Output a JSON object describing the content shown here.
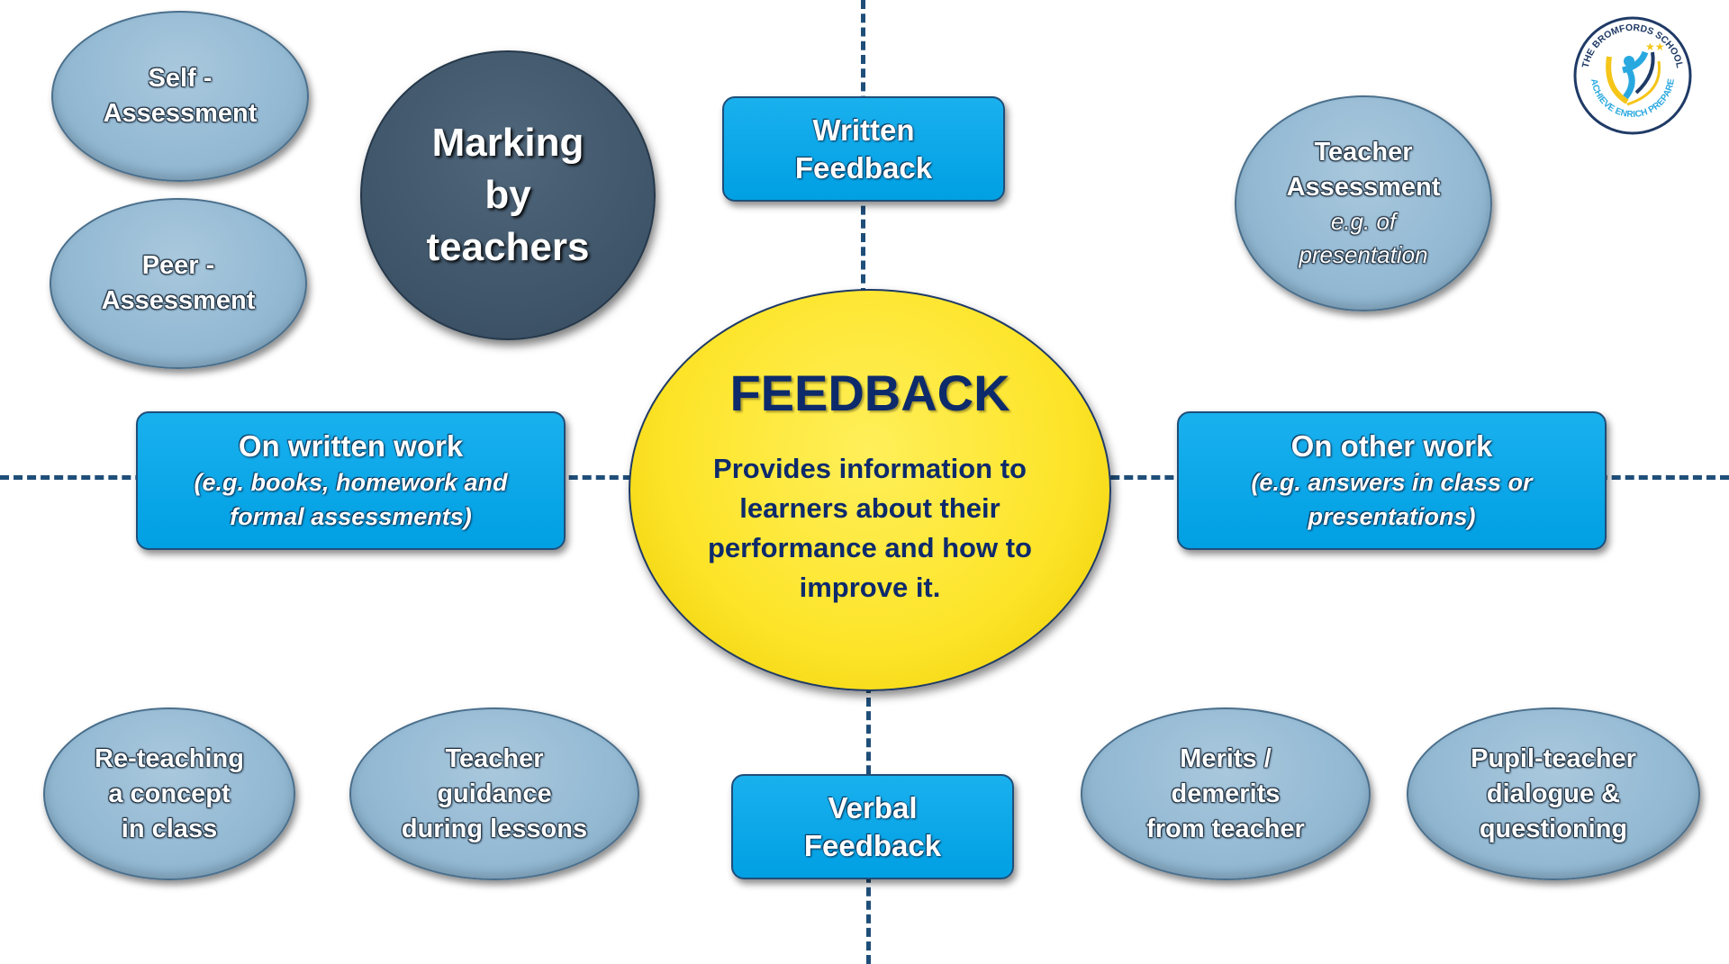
{
  "logo": {
    "text_top": "THE BROMFORDS SCHOOL",
    "text_bottom": "ACHIEVE ENRICH PREPARE"
  },
  "center": {
    "title": "FEEDBACK",
    "body": "Provides information to learners about their performance and how to improve it."
  },
  "marking": {
    "lines": [
      "Marking",
      "by",
      "teachers"
    ]
  },
  "written_feedback": {
    "lines": [
      "Written",
      "Feedback"
    ]
  },
  "verbal_feedback": {
    "lines": [
      "Verbal",
      "Feedback"
    ]
  },
  "on_written": {
    "title": "On written work",
    "sub": [
      "(e.g. books, homework and",
      "formal assessments)"
    ]
  },
  "on_other": {
    "title": "On other work",
    "sub": [
      "(e.g. answers in class or",
      "presentations)"
    ]
  },
  "self": {
    "lines": [
      "Self -",
      "Assessment"
    ]
  },
  "peer": {
    "lines": [
      "Peer -",
      "Assessment"
    ]
  },
  "teacher_assessment": {
    "lines": [
      "Teacher",
      "Assessment"
    ],
    "sub": [
      "e.g. of",
      "presentation"
    ]
  },
  "reteaching": {
    "lines": [
      "Re-teaching",
      "a concept",
      "in class"
    ]
  },
  "guidance": {
    "lines": [
      "Teacher",
      "guidance",
      "during lessons"
    ]
  },
  "merits": {
    "lines": [
      "Merits /",
      "demerits",
      "from teacher"
    ]
  },
  "dialogue": {
    "lines": [
      "Pupil-teacher",
      "dialogue &",
      "questioning"
    ]
  }
}
